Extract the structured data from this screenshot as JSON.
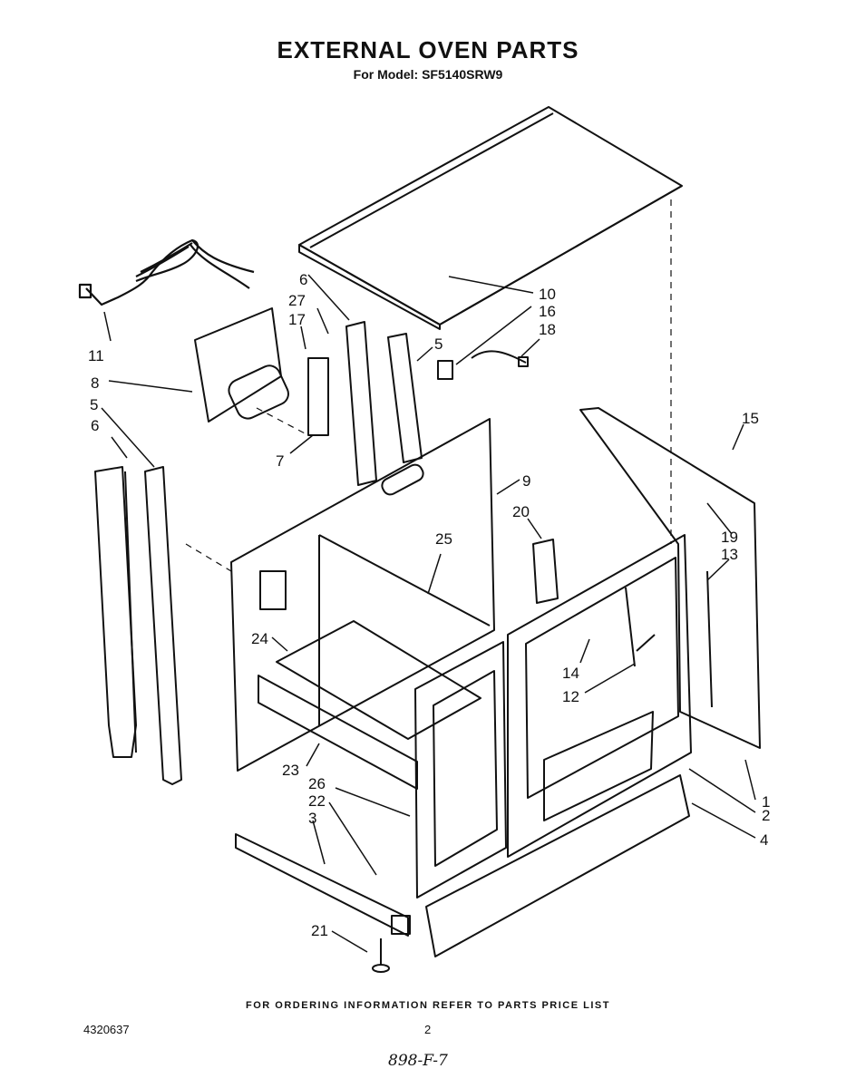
{
  "header": {
    "title": "EXTERNAL OVEN  PARTS",
    "subtitle": "For Model: SF5140SRW9"
  },
  "callouts": {
    "c1": "1",
    "c2": "2",
    "c3": "3",
    "c4": "4",
    "c5a": "5",
    "c5b": "5",
    "c6a": "6",
    "c6b": "6",
    "c7": "7",
    "c8": "8",
    "c9": "9",
    "c10": "10",
    "c11": "11",
    "c12": "12",
    "c13": "13",
    "c14": "14",
    "c15": "15",
    "c16": "16",
    "c17": "17",
    "c18": "18",
    "c19": "19",
    "c20": "20",
    "c21": "21",
    "c22": "22",
    "c23": "23",
    "c24": "24",
    "c25": "25",
    "c26": "26",
    "c27": "27"
  },
  "footer": {
    "ordering_note": "FOR ORDERING INFORMATION REFER TO PARTS PRICE LIST",
    "doc_number": "4320637",
    "page_number": "2",
    "handwritten": "898-F-7"
  }
}
